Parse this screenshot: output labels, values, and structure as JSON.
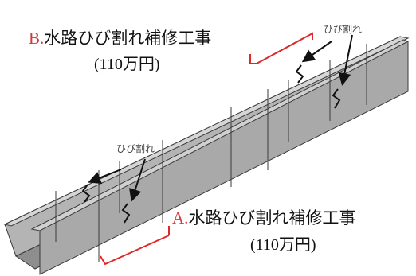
{
  "labels": {
    "top": {
      "prefix": "B.",
      "title": "水路ひび割れ補修工事",
      "cost": "(110万円)"
    },
    "bottom": {
      "prefix": "A.",
      "title": "水路ひび割れ補修工事",
      "cost": "(110万円)"
    },
    "crack_label_upper": "ひび割れ",
    "crack_label_lower": "ひび割れ"
  },
  "colors": {
    "bracket": "#e02828",
    "channel_side": "#a3a3a3",
    "channel_top": "#c9c9c9",
    "channel_floor": "#8a8a8a",
    "outline": "#3a3a3a",
    "crack": "#111111",
    "arrow": "#111111"
  }
}
